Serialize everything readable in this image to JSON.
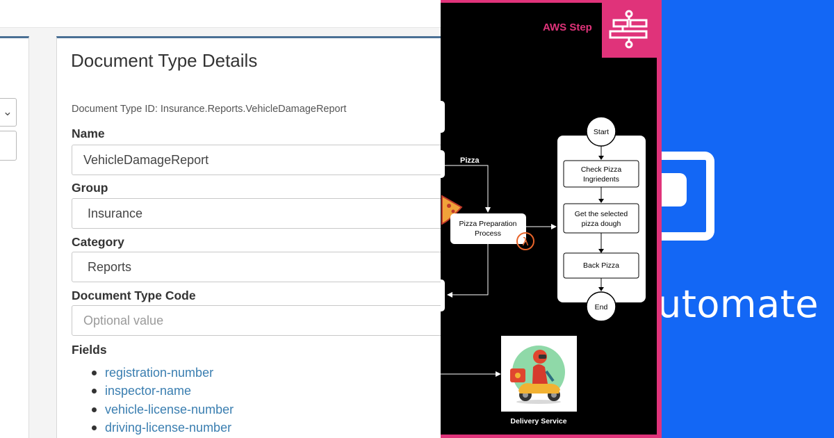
{
  "left": {
    "card": {
      "title": "Document Type Details",
      "doc_id_line": "Document Type ID: Insurance.Reports.VehicleDamageReport",
      "name_label": "Name",
      "name_value": "VehicleDamageReport",
      "group_label": "Group",
      "group_value": "Insurance",
      "category_label": "Category",
      "category_value": "Reports",
      "code_label": "Document Type Code",
      "code_placeholder": "Optional value",
      "fields_label": "Fields",
      "fields": [
        "registration-number",
        "inspector-name",
        "vehicle-license-number",
        "driving-license-number"
      ]
    },
    "colors": {
      "accent": "#4a6f94",
      "link": "#3a7eb0"
    }
  },
  "diagram": {
    "header": "AWS Step",
    "icon": "step-functions-icon",
    "edge_label": "Pizza",
    "lambda_node": "Pizza Preparation\nProcess",
    "lambda_icon": "lambda-icon",
    "states": [
      "Start",
      "Check Pizza\nIngriedents",
      "Get the selected\npizza dough",
      "Back Pizza",
      "End"
    ],
    "delivery_label": "Delivery Service",
    "delivery_icon": "delivery-scooter-icon",
    "colors": {
      "frame": "#e0337a",
      "header_text": "#e0337a",
      "background": "#000000"
    }
  },
  "right": {
    "wordmark": "utomate",
    "icon": "power-automate-logo-icon",
    "colors": {
      "background": "#1367f5"
    }
  }
}
